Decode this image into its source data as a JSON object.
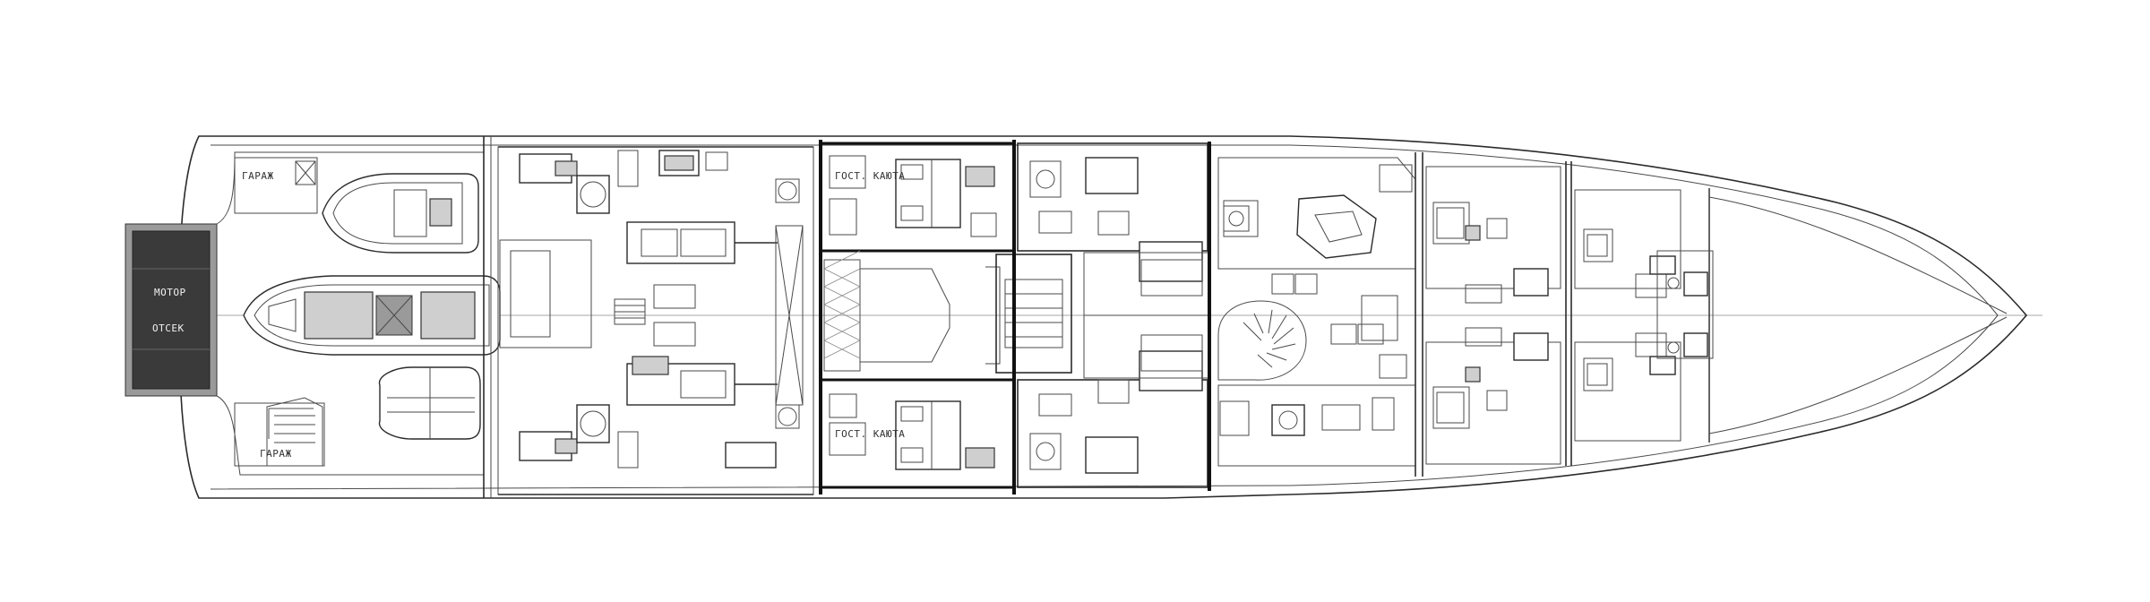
{
  "labels": {
    "garage_top": "ГАРАЖ",
    "garage_bottom": "ГАРАЖ",
    "tender_bay_1": "МОТОР",
    "tender_bay_2": "ОТСЕК",
    "cabin_top": "ГОСТ. КАЮТА",
    "cabin_bottom": "ГОСТ. КАЮТА"
  }
}
